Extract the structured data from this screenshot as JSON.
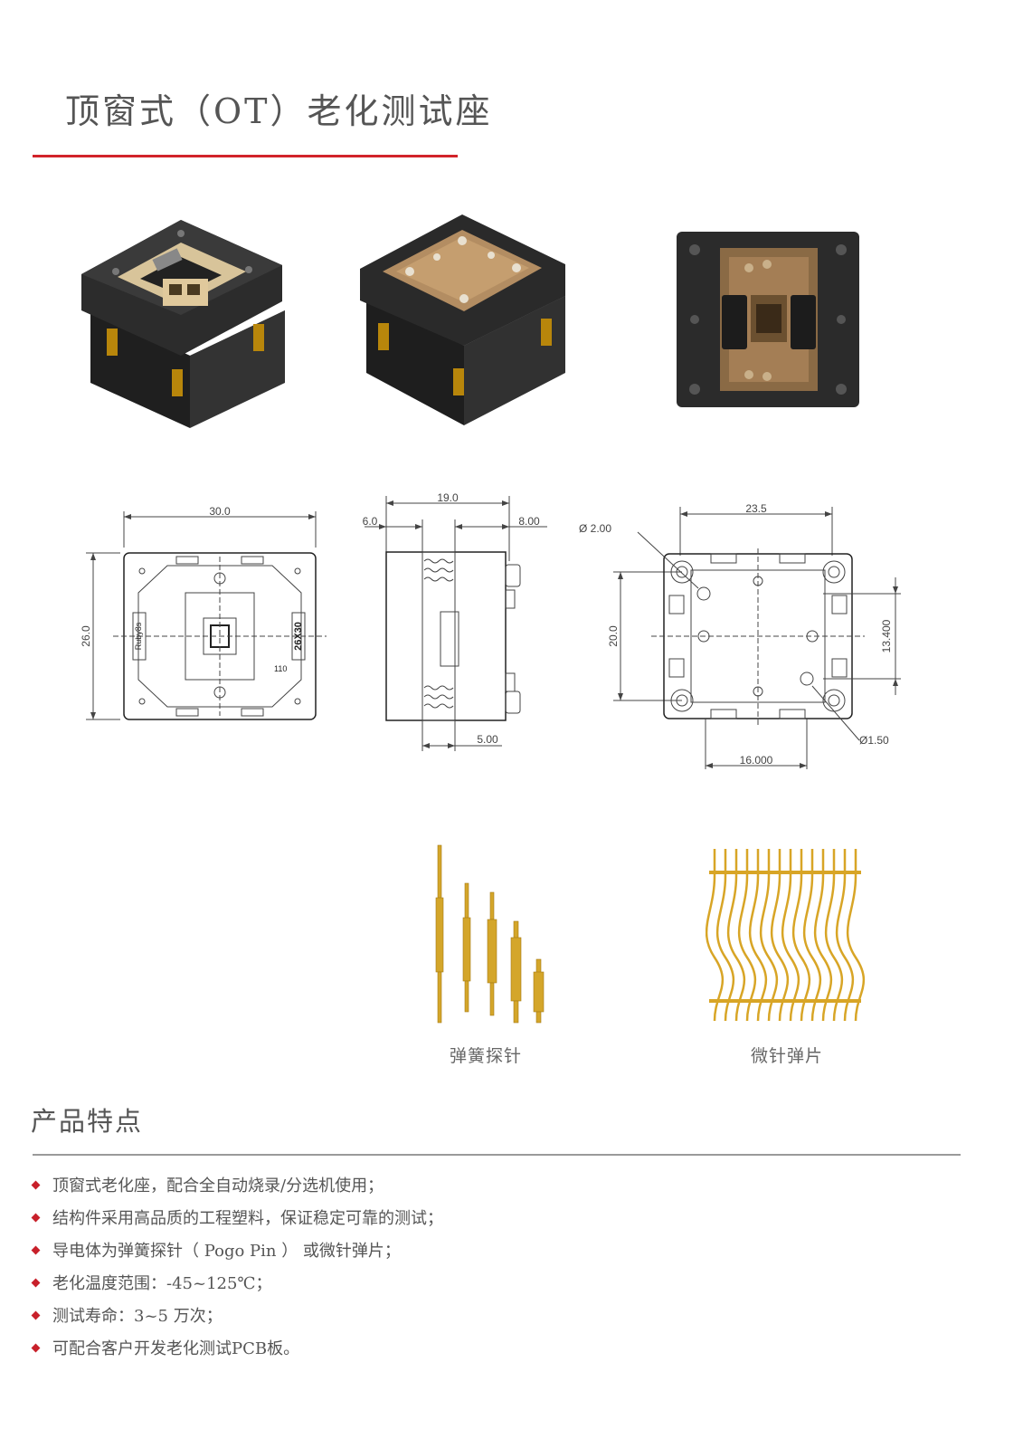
{
  "header": {
    "title": "顶窗式（OT）老化测试座"
  },
  "colors": {
    "accent_red": "#d2232a",
    "socket_black": "#2a2a2a",
    "brass": "#c9a873",
    "gold_pin": "#d4a62a"
  },
  "photos": [
    {
      "name": "socket-open-photo"
    },
    {
      "name": "socket-closed-photo"
    },
    {
      "name": "socket-top-photo"
    }
  ],
  "drawings": {
    "top_view": {
      "dim_width": "30.0",
      "dim_height": "26.0",
      "label_side": "26X30",
      "label_left": "Ruby8s",
      "label_bottom": "110"
    },
    "side_view": {
      "dim_total": "19.0",
      "dim_left": "6.0",
      "dim_right": "8.00",
      "dim_bottom": "5.00"
    },
    "bottom_view": {
      "dim_width": "23.5",
      "dim_height": "20.0",
      "dim_inner": "13.400",
      "dim_bottom": "16.000",
      "hole_large": "Ø 2.00",
      "hole_small": "Ø1.50"
    }
  },
  "pins": {
    "pogo_caption": "弹簧探针",
    "micro_caption": "微针弹片"
  },
  "features": {
    "title": "产品特点",
    "items": [
      "顶窗式老化座，配合全自动烧录/分选机使用；",
      "结构件采用高品质的工程塑料，保证稳定可靠的测试；",
      "导电体为弹簧探针（ Pogo Pin ） 或微针弹片；",
      "老化温度范围：-45~125℃；",
      "测试寿命：3~5 万次；",
      "可配合客户开发老化测试PCB板。"
    ]
  }
}
